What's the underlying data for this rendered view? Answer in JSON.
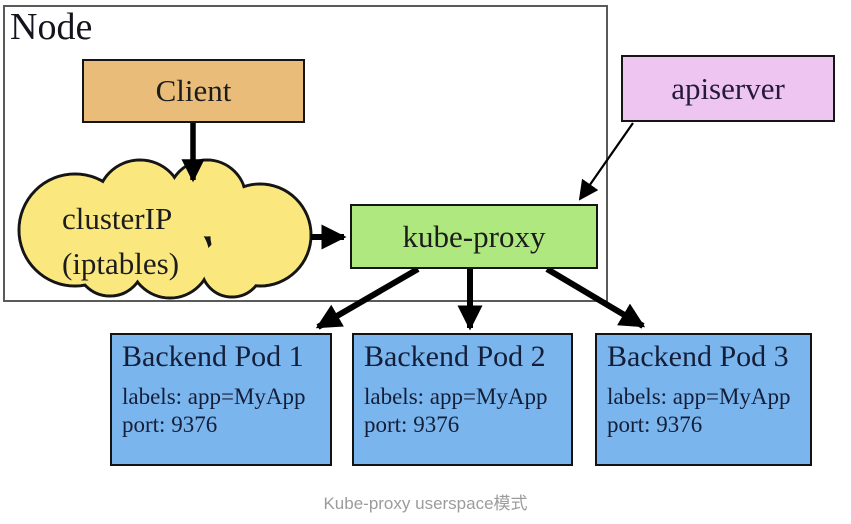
{
  "diagram": {
    "title_caption": "Kube-proxy userspace模式",
    "node": {
      "label": "Node"
    },
    "client": {
      "label": "Client"
    },
    "cluster_ip": {
      "line1": "clusterIP",
      "line2": "(iptables)"
    },
    "kube_proxy": {
      "label": "kube-proxy"
    },
    "apiserver": {
      "label": "apiserver"
    },
    "pods": [
      {
        "title": "Backend Pod 1",
        "labels": "labels: app=MyApp",
        "port": "port: 9376"
      },
      {
        "title": "Backend Pod 2",
        "labels": "labels: app=MyApp",
        "port": "port: 9376"
      },
      {
        "title": "Backend Pod 3",
        "labels": "labels: app=MyApp",
        "port": "port: 9376"
      }
    ],
    "arrows": [
      "client-to-clusterip",
      "clusterip-to-kubeproxy",
      "apiserver-to-kubeproxy",
      "kubeproxy-to-pod1",
      "kubeproxy-to-pod2",
      "kubeproxy-to-pod3"
    ],
    "colors": {
      "client_fill": "#e9bd79",
      "cloud_fill": "#fae87f",
      "kube_proxy_fill": "#aee87e",
      "apiserver_fill": "#eec4f0",
      "pod_fill": "#7ab5ed",
      "box_border": "#151515",
      "node_border": "#5a5a5a",
      "arrow": "#000000",
      "caption_text": "#9c9c9c"
    }
  }
}
